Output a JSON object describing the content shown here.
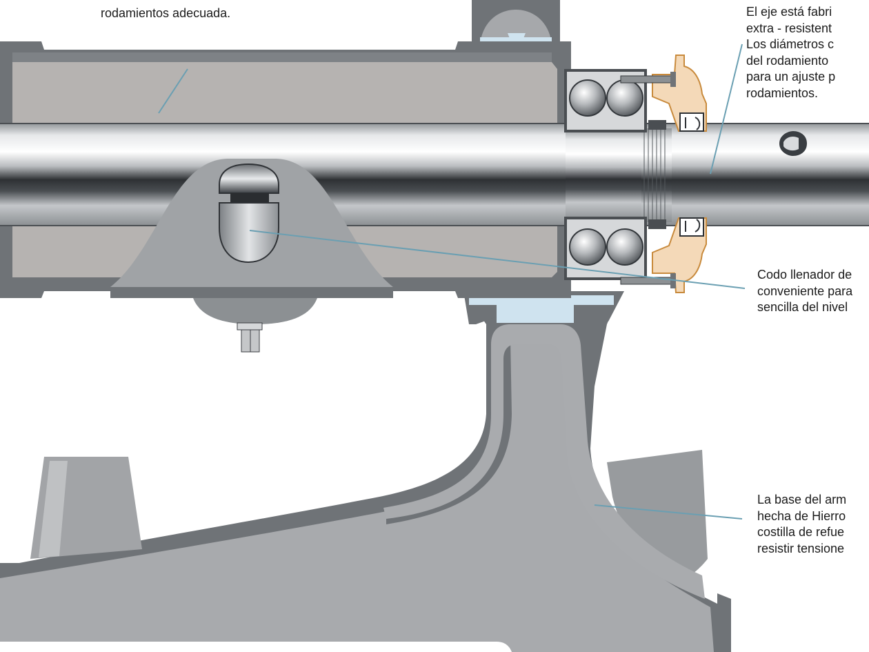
{
  "colors": {
    "casting": "#6e7276",
    "casting_light": "#a9abae",
    "inner_cavity": "#b6b3b1",
    "shaft": "#c9cbcd",
    "bronze": "#f4d9b8",
    "bronze_edge": "#c88a3c",
    "gasket": "#cfe3ef",
    "leader_line": "#6a9fb2"
  },
  "callouts": {
    "bearing_housing": {
      "lines": [
        "rodamientos adecuada."
      ]
    },
    "shaft": {
      "lines": [
        "El eje está fabri",
        "extra - resistent",
        "Los diámetros c",
        "del rodamiento",
        "para un ajuste p",
        "rodamientos."
      ]
    },
    "oil_filler": {
      "lines": [
        "Codo llenador de",
        "conveniente para",
        "sencilla del nivel"
      ]
    },
    "base": {
      "lines": [
        "La base del arm",
        "hecha de Hierro",
        "costilla de refue",
        "resistir tensione"
      ]
    }
  }
}
